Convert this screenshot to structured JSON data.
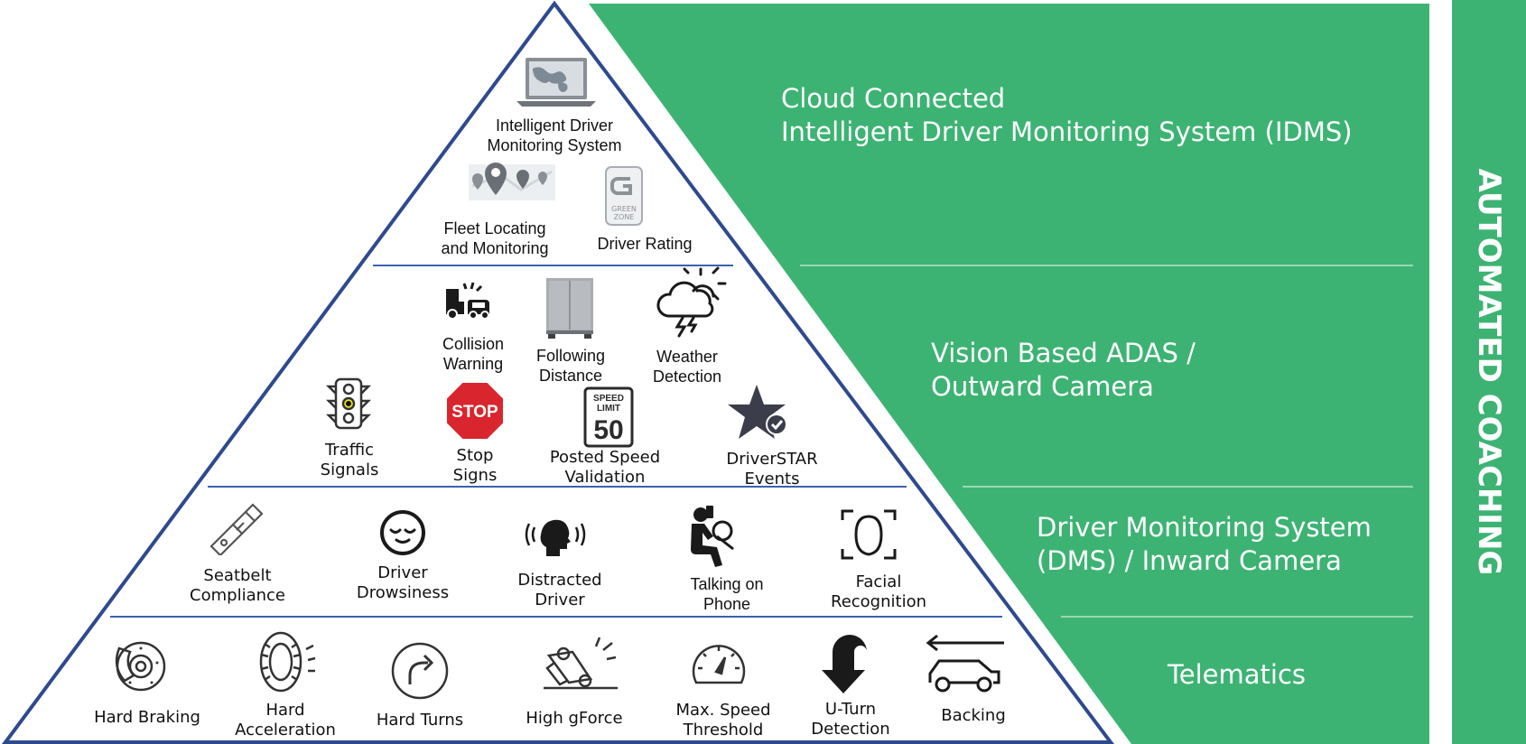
{
  "side_banner": {
    "label": "AUTOMATED COACHING"
  },
  "tiers": {
    "cloud": {
      "title_line1": "Cloud Connected",
      "title_line2": "Intelligent Driver Monitoring System (IDMS)"
    },
    "adas": {
      "title_line1": "Vision Based ADAS /",
      "title_line2": "Outward Camera"
    },
    "dms": {
      "title_line1": "Driver Monitoring System",
      "title_line2": "(DMS) / Inward Camera"
    },
    "telematics": {
      "title": "Telematics"
    }
  },
  "features": {
    "idms": [
      "Intelligent Driver",
      "Monitoring System"
    ],
    "fleet": [
      "Fleet Locating",
      "and Monitoring"
    ],
    "rating": [
      "Driver Rating"
    ],
    "rating_logo": [
      "GREEN",
      "ZONE"
    ],
    "collision": [
      "Collision",
      "Warning"
    ],
    "following": [
      "Following",
      "Distance"
    ],
    "weather": [
      "Weather",
      "Detection"
    ],
    "traffic": [
      "Traffic",
      "Signals"
    ],
    "stop": [
      "Stop",
      "Signs"
    ],
    "stop_sign_text": "STOP",
    "speed": [
      "Posted Speed",
      "Validation"
    ],
    "speed_sign": [
      "SPEED",
      "LIMIT",
      "50"
    ],
    "driverstar": [
      "DriverSTAR",
      "Events"
    ],
    "seatbelt": [
      "Seatbelt",
      "Compliance"
    ],
    "drowsiness": [
      "Driver",
      "Drowsiness"
    ],
    "distracted": [
      "Distracted",
      "Driver"
    ],
    "phone": [
      "Talking on",
      "Phone"
    ],
    "facial": [
      "Facial",
      "Recognition"
    ],
    "braking": [
      "Hard Braking"
    ],
    "acceleration": [
      "Hard",
      "Acceleration"
    ],
    "turns": [
      "Hard Turns"
    ],
    "gforce": [
      "High gForce"
    ],
    "maxspeed": [
      "Max. Speed",
      "Threshold"
    ],
    "uturn": [
      "U-Turn",
      "Detection"
    ],
    "backing": [
      "Backing"
    ]
  },
  "colors": {
    "green": "#3db373",
    "navy": "#2e4a8e",
    "divider": "#3a62b0"
  }
}
